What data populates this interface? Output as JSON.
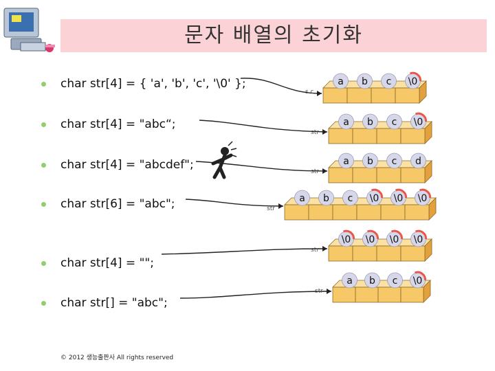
{
  "title": "문자 배열의 초기화",
  "bullets": [
    "char str[4] = { 'a', 'b', 'c', '\\0' };",
    "char str[4] = \"abc“;",
    "char str[4] = \"abcdef\";",
    "char str[6] = \"abc\";",
    "char str[4] = \"\";",
    "char str[] = \"abc\";"
  ],
  "arrays": [
    {
      "label": "s c",
      "cells": [
        "a",
        "b",
        "c",
        "\\0"
      ]
    },
    {
      "label": "str",
      "cells": [
        "a",
        "b",
        "c",
        "\\0"
      ]
    },
    {
      "label": "str",
      "cells": [
        "a",
        "b",
        "c",
        "d"
      ]
    },
    {
      "label": "str",
      "cells": [
        "a",
        "b",
        "c",
        "\\0",
        "\\0",
        "\\0"
      ]
    },
    {
      "label": "str",
      "cells": [
        "\\0",
        "\\0",
        "\\0",
        "\\0"
      ]
    },
    {
      "label": "str",
      "cells": [
        "a",
        "b",
        "c",
        "\\0"
      ]
    }
  ],
  "footer": "© 2012 생능출판사  All rights reserved",
  "colors": {
    "title_bg": "#fbd3d6",
    "bullet": "#8fcf6e",
    "cell_fill": "#f6c867",
    "cell_side": "#e2a13c",
    "ball": "#d7d7ea",
    "ball_red": "#e8574a"
  },
  "icons": [
    "computer-icon",
    "stick-figure-icon"
  ]
}
